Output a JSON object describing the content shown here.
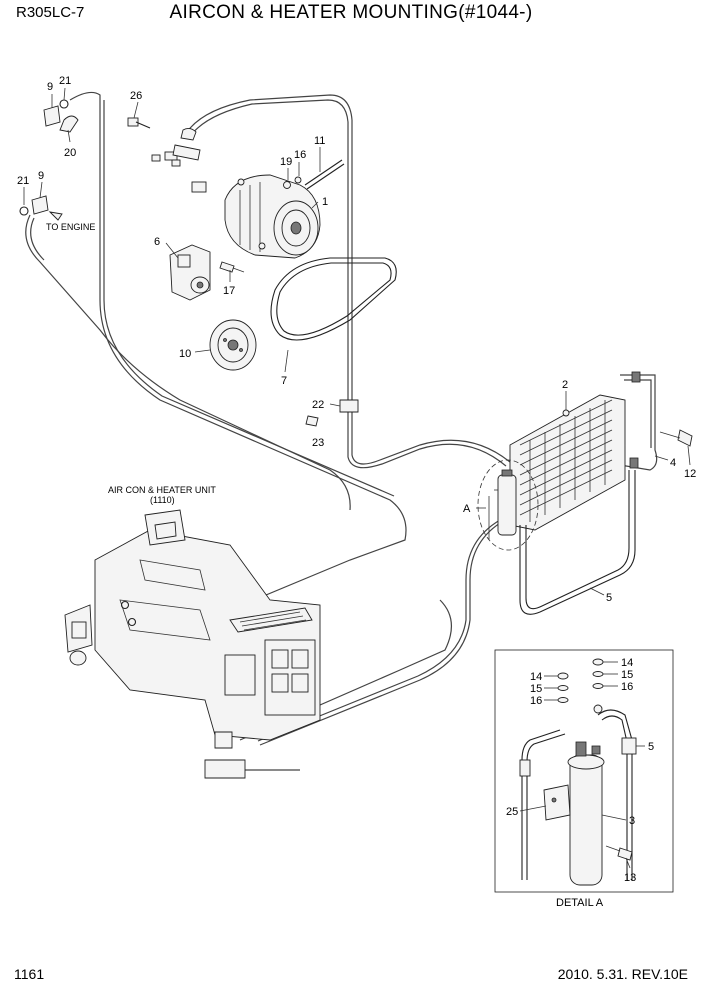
{
  "header": {
    "model": "R305LC-7",
    "title": "AIRCON & HEATER MOUNTING(#1044-)"
  },
  "footer": {
    "page_number": "1161",
    "revision": "2010. 5.31.  REV.10E"
  },
  "labels": {
    "to_engine": "TO ENGINE",
    "unit_line1": "AIR CON & HEATER UNIT",
    "unit_line2": "(1110)",
    "detail_ref": "A",
    "detail_title": "DETAIL A"
  },
  "callouts": {
    "c21a": "21",
    "c9a": "9",
    "c20": "20",
    "c26": "26",
    "c21b": "21",
    "c9b": "9",
    "c11": "11",
    "c19": "19",
    "c16a": "16",
    "c1": "1",
    "c6": "6",
    "c17": "17",
    "c10": "10",
    "c7": "7",
    "c22": "22",
    "c23": "23",
    "c2": "2",
    "c12": "12",
    "c4": "4",
    "c5a": "5",
    "c14a": "14",
    "c15a": "15",
    "c16b": "16",
    "c14b": "14",
    "c15b": "15",
    "c16c": "16",
    "c5b": "5",
    "c25": "25",
    "c3": "3",
    "c13": "13"
  }
}
